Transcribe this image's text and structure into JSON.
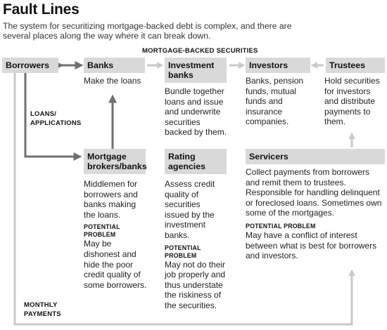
{
  "title": "Fault Lines",
  "subtitle": "The system for securitizing mortgage-backed debt is complex, and there are several places along the way where it can break down.",
  "labels": {
    "mbs": "MORTGAGE-BACKED SECURITIES",
    "loans": "LOANS/\nAPPLICATIONS",
    "payments": "MONTHLY\nPAYMENTS"
  },
  "nodes": {
    "borrowers": {
      "title": "Borrowers"
    },
    "banks": {
      "title": "Banks",
      "desc": "Make the loans"
    },
    "investment_banks": {
      "title": "Investment banks",
      "desc": "Bundle together loans and issue and underwrite securities backed by them."
    },
    "investors": {
      "title": "Investors",
      "desc": "Banks, pension funds, mutual funds and insurance companies."
    },
    "trustees": {
      "title": "Trustees",
      "desc": "Hold securities for investors and distribute payments to them."
    },
    "brokers": {
      "title": "Mortgage brokers/banks",
      "desc": "Middlemen for borrowers and banks making the loans.",
      "problem_label": "POTENTIAL PROBLEM",
      "problem": "May be dishonest and hide the poor credit quality of some borrowers."
    },
    "rating": {
      "title": "Rating agencies",
      "desc": "Assess credit quality of securities issued by the investment banks.",
      "problem_label": "POTENTIAL PROBLEM",
      "problem": "May not do their job properly and thus understate the riskiness of the securities."
    },
    "servicers": {
      "title": "Servicers",
      "desc": "Collect payments from borrowers and remit them to trustees. Responsible for handling delinquent or foreclosed loans. Sometimes own some of the mortgages.",
      "problem_label": "POTENTIAL PROBLEM",
      "problem": "May have a conflict of interest between what is best for borrowers and investors."
    }
  },
  "colors": {
    "header_bg": "#d9d9d9",
    "dark_arrow": "#707070",
    "light_arrow": "#c8c8c8"
  }
}
